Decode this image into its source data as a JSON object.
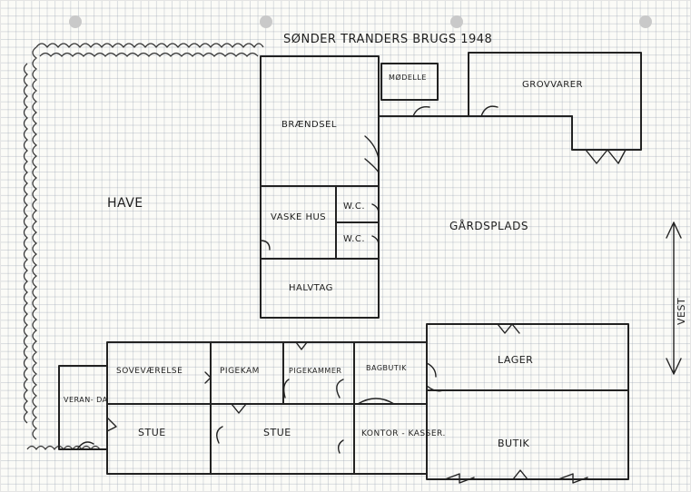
{
  "title": "SØNDER TRANDERS BRUGS 1948",
  "compass_label": "VEST",
  "rooms": {
    "have": "HAVE",
    "braendsel": "BRÆNDSEL",
    "modelle": "MØDELLE",
    "grovvarer": "GROVVARER",
    "vaskehus": "VASKE HUS",
    "wc_upper": "W.C.",
    "wc_lower": "W.C.",
    "gaardsplads": "GÅRDSPLADS",
    "halvtag": "HALVTAG",
    "lager": "LAGER",
    "butik": "BUTIK",
    "kontor": "KONTOR - KASSER.",
    "stue_left": "STUE",
    "stue_right": "STUE",
    "veranda": "VERAN- DA",
    "soveværelse": "SOVEVÆRELSE",
    "pigekammer": "PIGEKAM",
    "pigekammer2": "PIGEKAMMER",
    "bagbutik": "BAGBUTIK"
  },
  "colors": {
    "ink": "#222222",
    "paper": "#fbfbf7",
    "grid": "#96a0af"
  }
}
